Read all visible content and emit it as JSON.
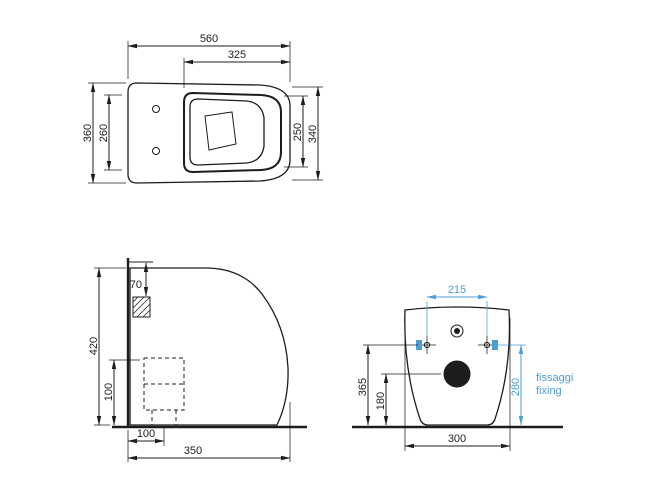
{
  "colors": {
    "background": "#ffffff",
    "line": "#1d1d1b",
    "accent": "#4a9ed6"
  },
  "views": {
    "top": {
      "dims": {
        "overall_width": "560",
        "rim_width": "325",
        "left_outer_depth": "360",
        "left_inner_depth": "260",
        "right_inner_depth": "250",
        "right_outer_depth": "340"
      }
    },
    "side": {
      "dims": {
        "top_to_bracket": "70",
        "overall_height": "420",
        "drain_height": "100",
        "drain_offset": "100",
        "overall_depth": "350"
      }
    },
    "front": {
      "dims": {
        "fixing_spacing": "215",
        "inlet_height": "365",
        "drain_center_height": "180",
        "fixing_height": "280",
        "overall_width": "300"
      },
      "notes": {
        "fixing_it": "fissaggi",
        "fixing_en": "fixing"
      }
    }
  }
}
